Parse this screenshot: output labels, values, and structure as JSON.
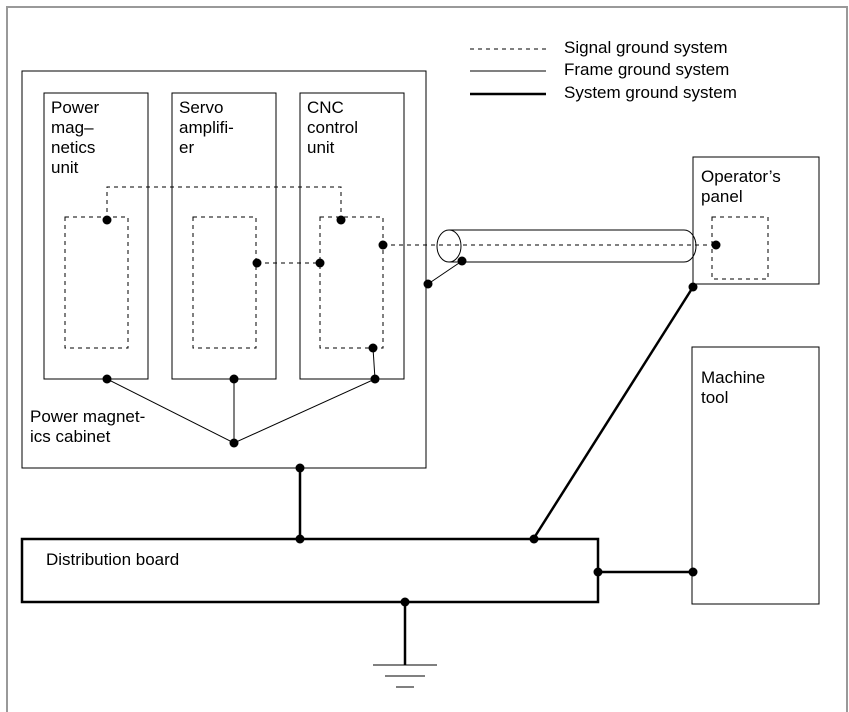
{
  "legend": {
    "signal": "Signal ground system",
    "frame": "Frame ground system",
    "system": "System ground system"
  },
  "units": {
    "power_magnetics": "Power\nmag–\nnetics\nunit",
    "servo": "Servo\namplifi-\ner",
    "cnc": "CNC\ncontrol\nunit"
  },
  "cabinet_label": "Power magnet-\nics cabinet",
  "operator_panel": "Operator’s\npanel",
  "machine_tool": "Machine\ntool",
  "distribution_board": "Distribution board"
}
